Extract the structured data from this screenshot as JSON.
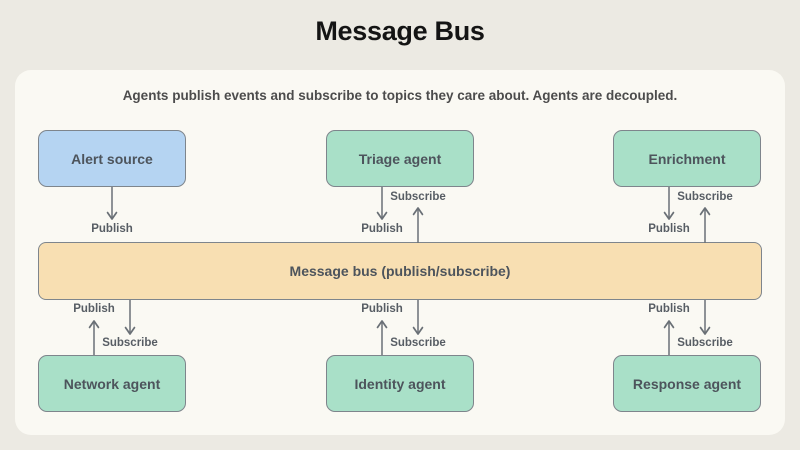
{
  "title": "Message Bus",
  "subtitle": "Agents publish events and subscribe to topics they care about. Agents are decoupled.",
  "bus": {
    "label": "Message bus (publish/subscribe)"
  },
  "nodes": [
    {
      "id": "alert-source",
      "label": "Alert source",
      "fill": "#B5D4F2",
      "row": "top",
      "col": 1
    },
    {
      "id": "triage-agent",
      "label": "Triage agent",
      "fill": "#A9E0C8",
      "row": "top",
      "col": 2
    },
    {
      "id": "enrichment",
      "label": "Enrichment",
      "fill": "#A9E0C8",
      "row": "top",
      "col": 3
    },
    {
      "id": "network-agent",
      "label": "Network agent",
      "fill": "#A9E0C8",
      "row": "bottom",
      "col": 1
    },
    {
      "id": "identity-agent",
      "label": "Identity agent",
      "fill": "#A9E0C8",
      "row": "bottom",
      "col": 2
    },
    {
      "id": "response-agent",
      "label": "Response agent",
      "fill": "#A9E0C8",
      "row": "bottom",
      "col": 3
    }
  ],
  "edge_labels": {
    "publish": "Publish",
    "subscribe": "Subscribe"
  },
  "edges": [
    {
      "from": "alert-source",
      "to": "bus",
      "label": "Publish"
    },
    {
      "from": "triage-agent",
      "to": "bus",
      "label": "Publish"
    },
    {
      "from": "bus",
      "to": "triage-agent",
      "label": "Subscribe"
    },
    {
      "from": "enrichment",
      "to": "bus",
      "label": "Publish"
    },
    {
      "from": "bus",
      "to": "enrichment",
      "label": "Subscribe"
    },
    {
      "from": "network-agent",
      "to": "bus",
      "label": "Publish"
    },
    {
      "from": "bus",
      "to": "network-agent",
      "label": "Subscribe"
    },
    {
      "from": "identity-agent",
      "to": "bus",
      "label": "Publish"
    },
    {
      "from": "bus",
      "to": "identity-agent",
      "label": "Subscribe"
    },
    {
      "from": "response-agent",
      "to": "bus",
      "label": "Publish"
    },
    {
      "from": "bus",
      "to": "response-agent",
      "label": "Subscribe"
    }
  ],
  "colors": {
    "page_bg": "#ECEAE3",
    "panel_bg": "#FAF9F3",
    "node_blue": "#B5D4F2",
    "node_green": "#A9E0C8",
    "bus_fill": "#F8DFB2",
    "border": "#7E858C",
    "arrow": "#6A7076",
    "title_text": "#141414",
    "label_text": "#4D545C"
  }
}
